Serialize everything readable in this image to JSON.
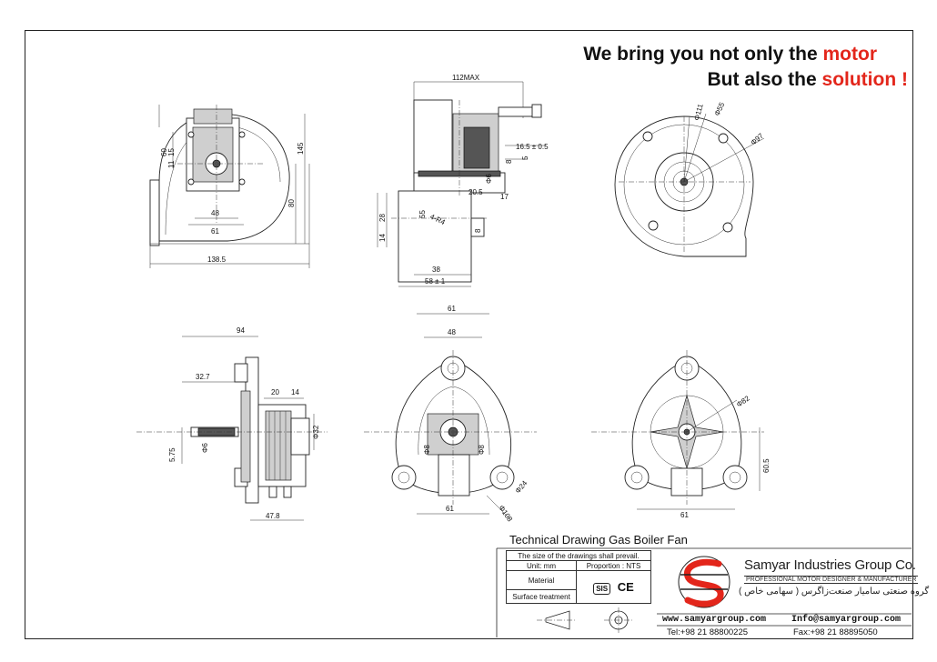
{
  "slogan": {
    "line1_prefix": "We bring you not only the ",
    "line1_highlight": "motor",
    "line2_prefix": "But also the ",
    "line2_highlight": "solution !"
  },
  "colors": {
    "highlight": "#e3261b",
    "logo_red": "#e3261b",
    "line": "#222222"
  },
  "dimensions": {
    "front_view": [
      "60",
      "11",
      "15",
      "145",
      "80",
      "48",
      "61",
      "138.5"
    ],
    "side_view": [
      "112MAX",
      "16.5 ± 0.5",
      "5",
      "8",
      "Φ6",
      "20.5",
      "17",
      "28",
      "55",
      "14",
      "4-R4",
      "8",
      "38",
      "58 ± 1"
    ],
    "rear_view": [
      "Φ111",
      "Φ55",
      "Φ97"
    ],
    "motor_side": [
      "94",
      "32.7",
      "20",
      "14",
      "Φ32",
      "5.75",
      "Φ6",
      "47.8"
    ],
    "motor_front": [
      "61",
      "48",
      "Φ8",
      "Φ8",
      "Φ24",
      "Φ108",
      "61"
    ],
    "motor_rear": [
      "Φ82",
      "60.5",
      "61"
    ]
  },
  "title": "Technical Drawing Gas Boiler Fan",
  "table": {
    "note": "The size of the drawings shall prevail.",
    "unit": "Unit: mm",
    "proportion": "Proportion : NTS",
    "material": "Material",
    "surface": "Surface treatment",
    "marks": [
      "SIS",
      "CE"
    ]
  },
  "company": {
    "name": "Samyar Industries Group Co.",
    "tagline": "PROFESSIONAL MOTOR DESIGNER & MANUFACTURER",
    "persian": "گروه صنعتی سامیار صنعت‌زاگرس ( سهامی خاص )",
    "website": "www.samyargroup.com",
    "email": "Info@samyargroup.com",
    "tel": "Tel:+98 21 88800225",
    "fax": "Fax:+98 21 88895050"
  }
}
